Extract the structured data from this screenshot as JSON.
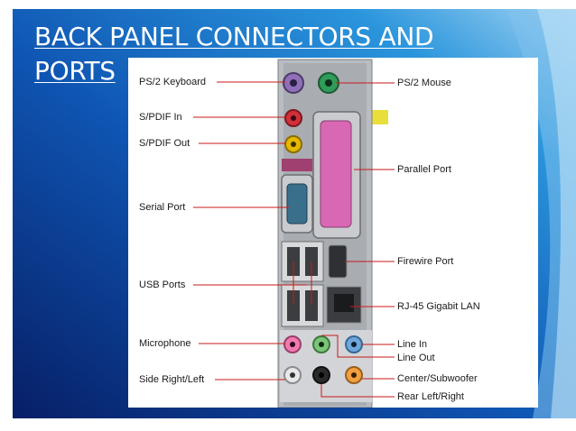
{
  "slide": {
    "title_line1": "BACK PANEL CONNECTORS AND",
    "title_line2": "PORTS"
  },
  "labels": {
    "ps2_keyboard": "PS/2 Keyboard",
    "spdif_in": "S/PDIF In",
    "spdif_out": "S/PDIF Out",
    "serial_port": "Serial Port",
    "usb_ports": "USB Ports",
    "microphone": "Microphone",
    "side_right_left": "Side Right/Left",
    "ps2_mouse": "PS/2 Mouse",
    "parallel_port": "Parallel Port",
    "firewire_port": "Firewire Port",
    "rj45_lan": "RJ-45 Gigabit LAN",
    "line_in": "Line In",
    "line_out": "Line Out",
    "center_subwoofer": "Center/Subwoofer",
    "rear_left_right": "Rear Left/Right"
  },
  "colors": {
    "bg_dark": "#0b2f86",
    "bg_blue": "#1c8ad6",
    "bg_light": "#8ec8ee",
    "ps2_keyboard": "#8f6fb8",
    "ps2_mouse": "#2f9c5a",
    "spdif_in": "#d12f3a",
    "spdif_out": "#e6b800",
    "parallel": "#d868b4",
    "serial": "#3a6f8c",
    "yellow_board": "#e8df3a",
    "mic_pink": "#f07ab0",
    "line_out_green": "#7cc47a",
    "line_in_blue": "#6ea7d8",
    "center_orange": "#f0a040",
    "leader_red": "#c81a1a"
  }
}
